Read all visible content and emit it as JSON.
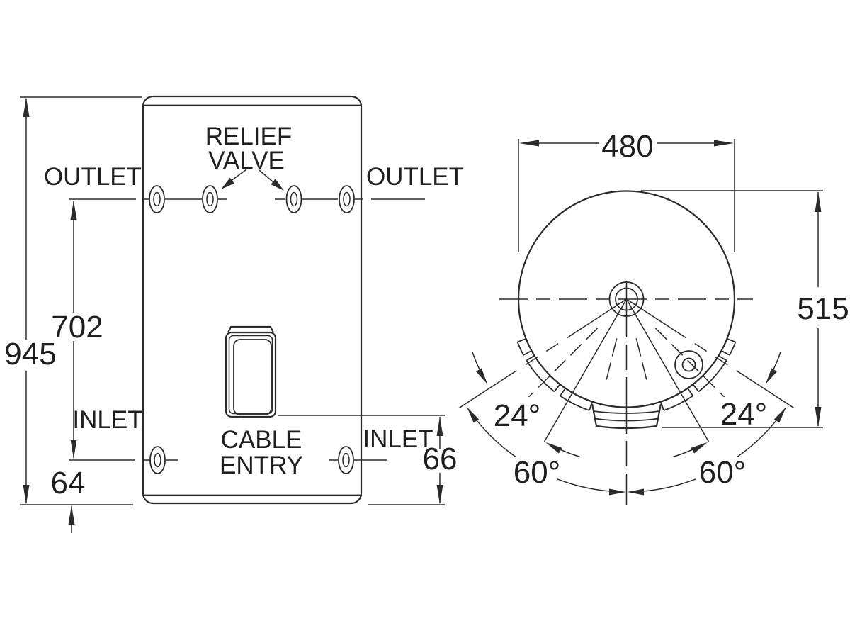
{
  "title": "Water heater dimension drawing",
  "front_view": {
    "relief_valve": {
      "line1": "RELIEF",
      "line2": "VALVE"
    },
    "outlet_left": "OUTLET",
    "outlet_right": "OUTLET",
    "inlet_left": "INLET",
    "inlet_right": "INLET",
    "cable_entry": {
      "line1": "CABLE",
      "line2": "ENTRY"
    },
    "dimensions": {
      "overall_height": "945",
      "outlet_to_inlet": "702",
      "inlet_offset_left": "64",
      "inlet_offset_right": "66"
    }
  },
  "plan_view": {
    "dimensions": {
      "width": "480",
      "depth": "515",
      "angle_left_small": "24°",
      "angle_right_small": "24°",
      "angle_left_large": "60°",
      "angle_right_large": "60°"
    }
  },
  "colors": {
    "line": "#2b2b2b",
    "background": "#ffffff"
  }
}
